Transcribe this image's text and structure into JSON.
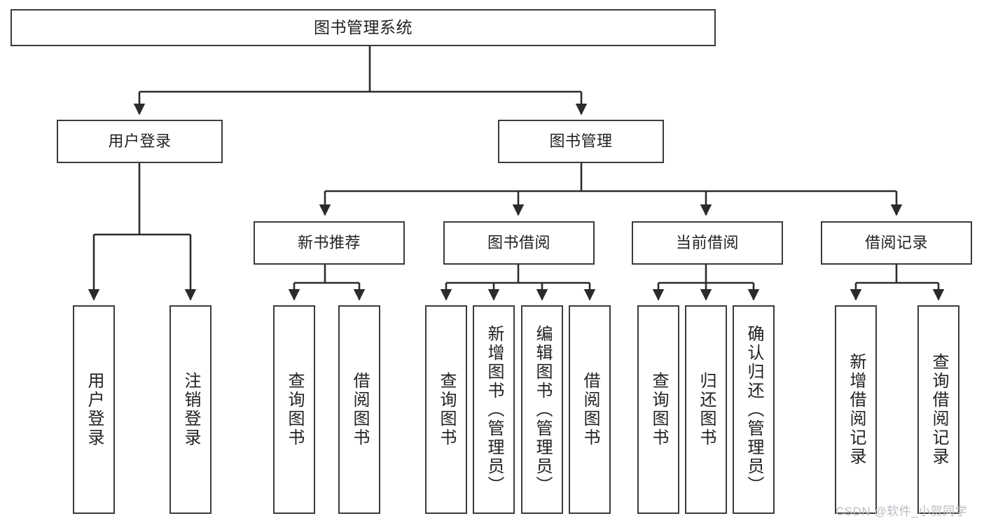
{
  "diagram": {
    "title": "图书管理系统",
    "type": "hierarchy-tree",
    "watermark": "CSDN @软件_小贺同学",
    "colors": {
      "box_border": "#3b3b3b",
      "box_fill": "#ffffff",
      "connector": "#2b2b2b",
      "text": "#222222",
      "watermark": "#b9bcc2",
      "background": "#ffffff"
    },
    "nodes": {
      "root": {
        "label": "图书管理系统"
      },
      "level2": [
        {
          "id": "user-login",
          "label": "用户登录"
        },
        {
          "id": "book-manage",
          "label": "图书管理"
        }
      ],
      "level3": [
        {
          "id": "new-book-recommend",
          "label": "新书推荐"
        },
        {
          "id": "book-borrow",
          "label": "图书借阅"
        },
        {
          "id": "current-borrow",
          "label": "当前借阅"
        },
        {
          "id": "borrow-record",
          "label": "借阅记录"
        }
      ],
      "leaves": {
        "user_login": [
          {
            "id": "leaf-user-login",
            "label": "用户登录"
          },
          {
            "id": "leaf-logout-login",
            "label": "注销登录"
          }
        ],
        "new_book_recommend": [
          {
            "id": "leaf-query-book-1",
            "label": "查询图书"
          },
          {
            "id": "leaf-borrow-book-1",
            "label": "借阅图书"
          }
        ],
        "book_borrow": [
          {
            "id": "leaf-query-book-2",
            "label": "查询图书"
          },
          {
            "id": "leaf-add-book-admin",
            "label": "新增图书（管理员）"
          },
          {
            "id": "leaf-edit-book-admin",
            "label": "编辑图书（管理员）"
          },
          {
            "id": "leaf-borrow-book-2",
            "label": "借阅图书"
          }
        ],
        "current_borrow": [
          {
            "id": "leaf-query-book-3",
            "label": "查询图书"
          },
          {
            "id": "leaf-return-book",
            "label": "归还图书"
          },
          {
            "id": "leaf-confirm-return-admin",
            "label": "确认归还（管理员）"
          }
        ],
        "borrow_record": [
          {
            "id": "leaf-add-borrow-record",
            "label": "新增借阅记录"
          },
          {
            "id": "leaf-query-borrow-record",
            "label": "查询借阅记录"
          }
        ]
      }
    }
  }
}
